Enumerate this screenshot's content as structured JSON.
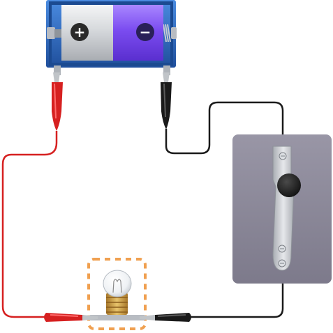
{
  "battery": {
    "positive_symbol": "+",
    "negative_symbol": "−",
    "positive_color": "#c0c4c8",
    "negative_color": "#7b4cf0",
    "holder_color": "#2f6fc9"
  },
  "wires": {
    "positive_color": "#d62020",
    "negative_color": "#1a1a1a"
  },
  "clips": [
    "red-alligator-clip",
    "black-alligator-clip"
  ],
  "switch": {
    "state": "closed",
    "board_color": "#8a8797",
    "lever_color": "#c9ccd1"
  },
  "bulb": {
    "state": "off",
    "selection_highlight_color": "#f0a050"
  }
}
